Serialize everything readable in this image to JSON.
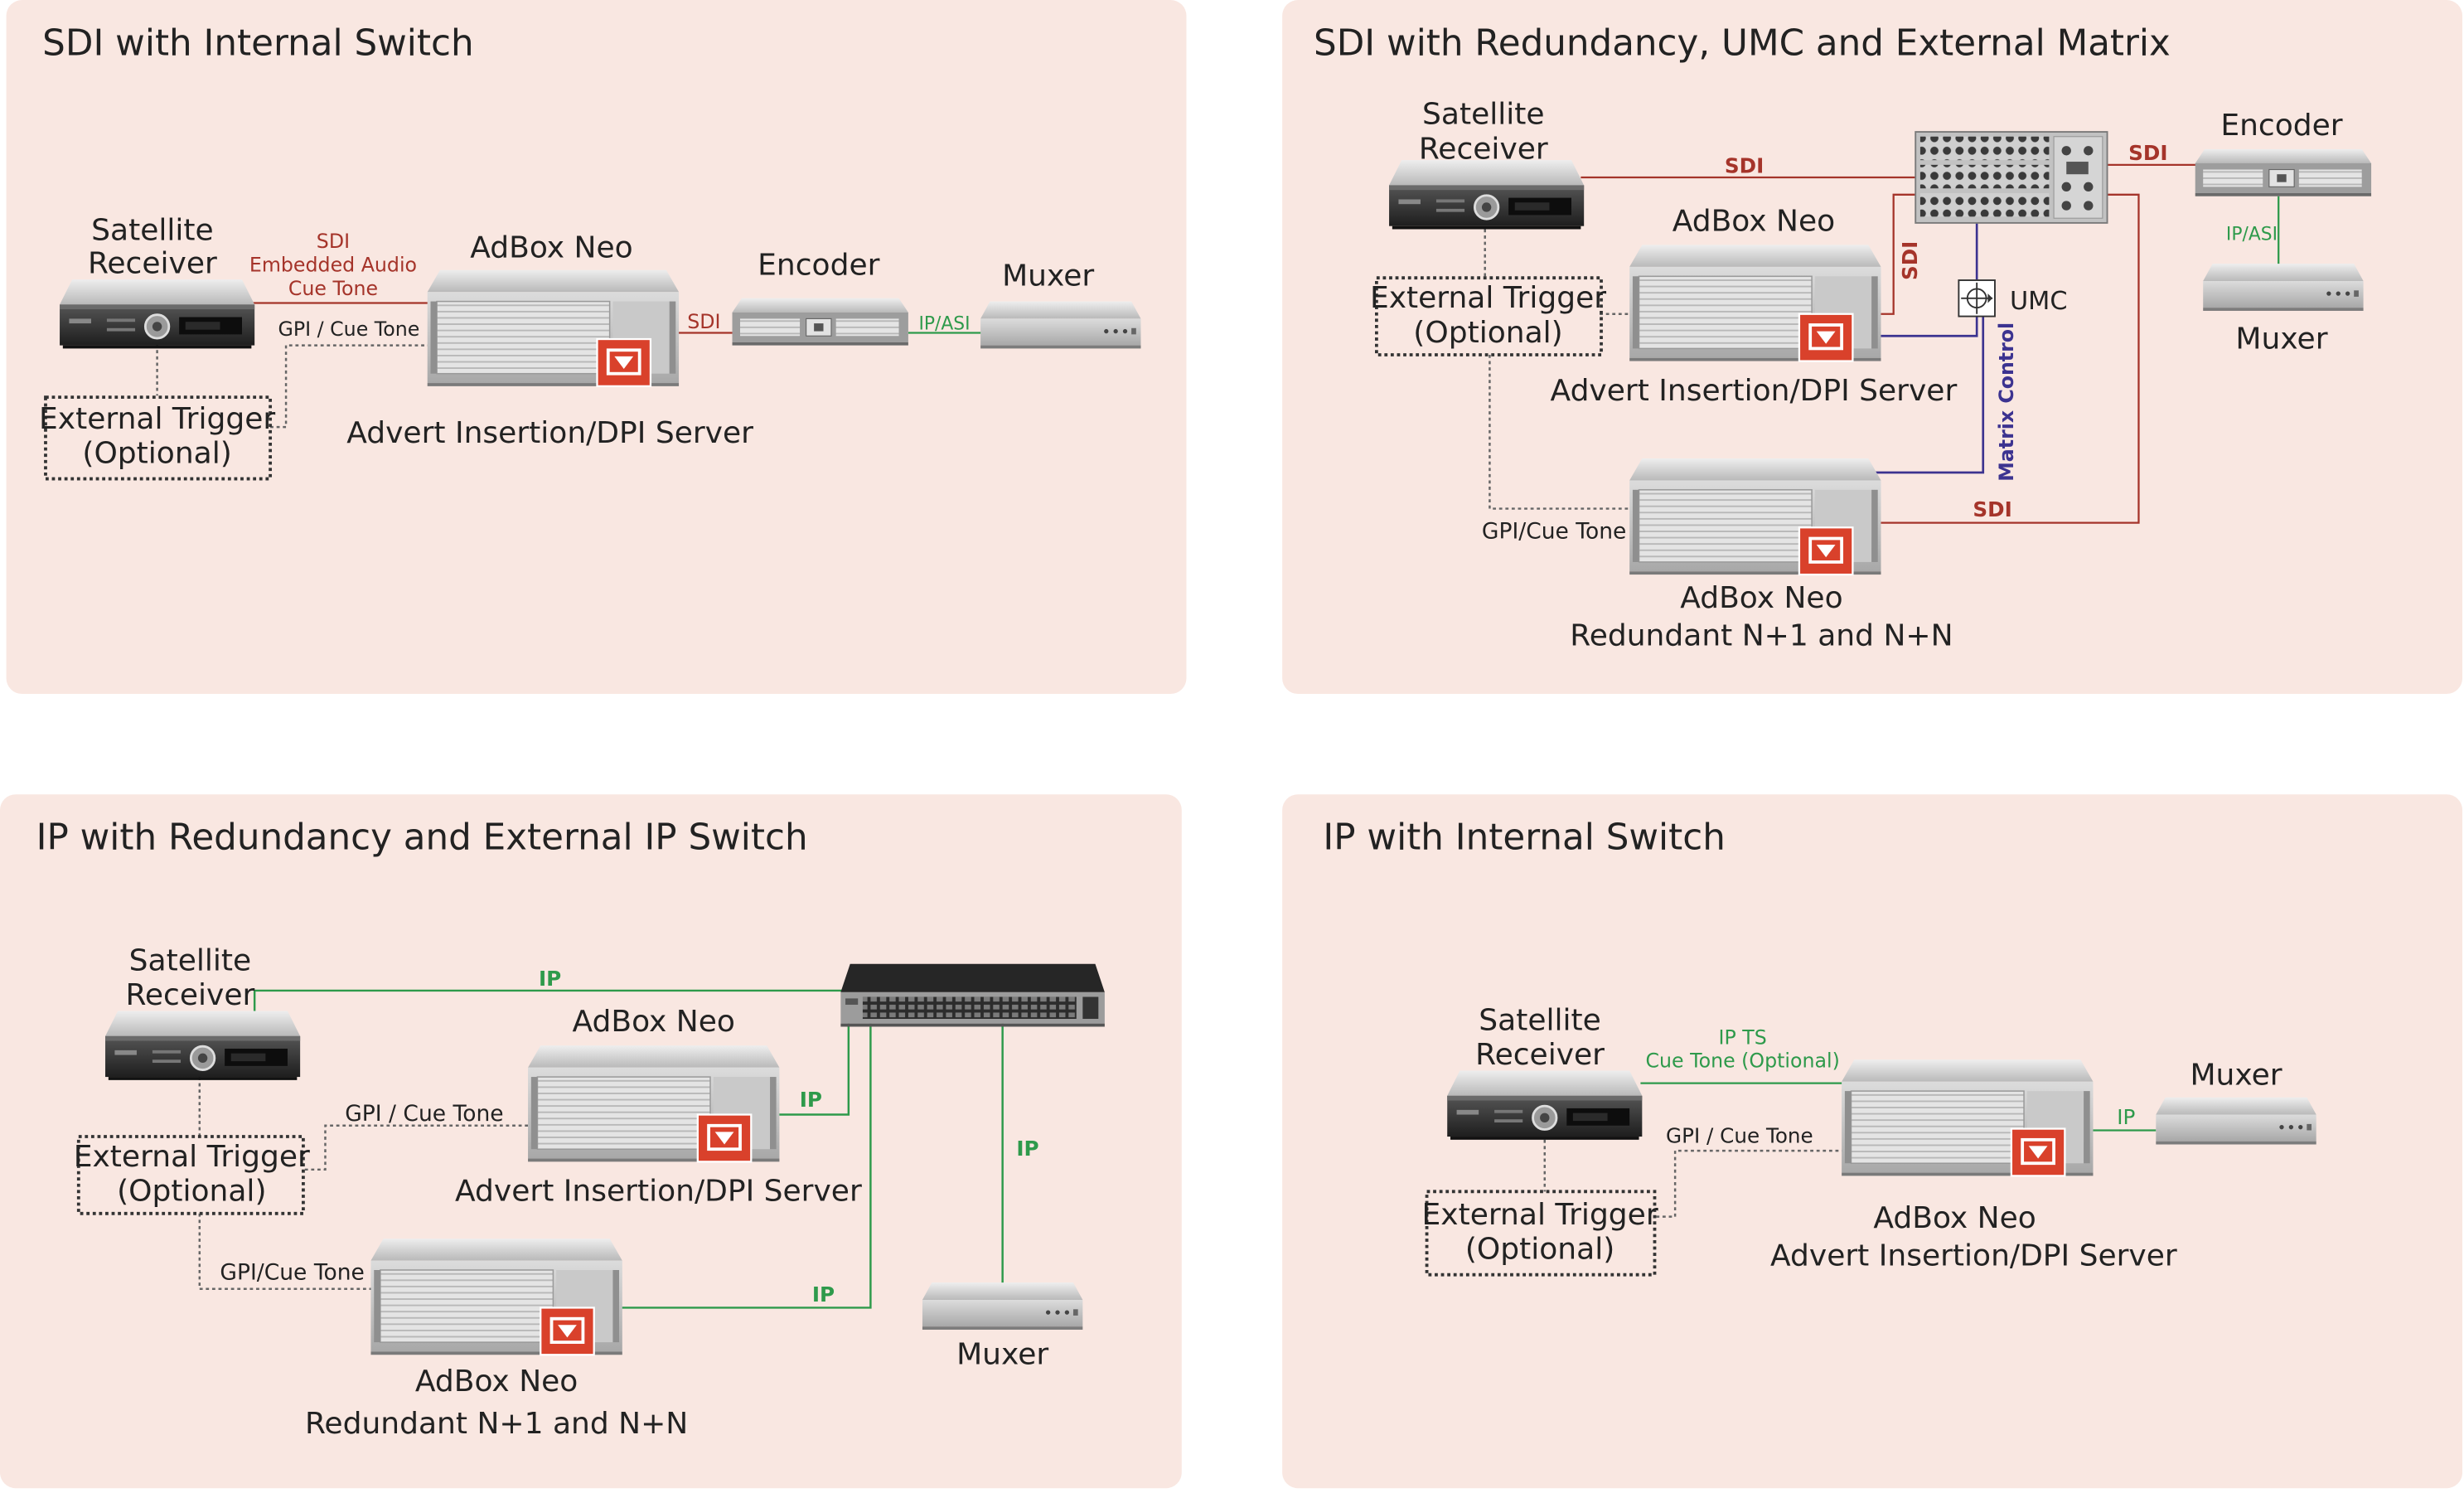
{
  "colors": {
    "panel": "#F9E7E1",
    "sdi": "#A5342A",
    "ip": "#2E9A4B",
    "matrix": "#3C3390",
    "gpi": "#666666",
    "text": "#222222",
    "logo": "#D9412B"
  },
  "panels": [
    {
      "title": "SDI with Internal Switch",
      "labels": {
        "satellite_1": "Satellite",
        "satellite_2": "Receiver",
        "sdi_top": "SDI",
        "embedded_audio": "Embedded Audio",
        "cue_tone": "Cue Tone",
        "gpi": "GPI / Cue Tone",
        "adbox": "AdBox Neo",
        "advert": "Advert Insertion/DPI Server",
        "sdi_out": "SDI",
        "encoder": "Encoder",
        "ipasi": "IP/ASI",
        "muxer": "Muxer",
        "trigger_1": "External Trigger",
        "trigger_2": "(Optional)"
      }
    },
    {
      "title": "SDI with Redundancy, UMC and External Matrix",
      "labels": {
        "satellite_1": "Satellite",
        "satellite_2": "Receiver",
        "sdi_in": "SDI",
        "sdi_enc": "SDI",
        "sdi_vert": "SDI",
        "sdi_red": "SDI",
        "encoder": "Encoder",
        "ipasi": "IP/ASI",
        "muxer": "Muxer",
        "adbox": "AdBox Neo",
        "advert": "Advert Insertion/DPI Server",
        "umc": "UMC",
        "matrix_control": "Matrix Control",
        "trigger_1": "External Trigger",
        "trigger_2": "(Optional)",
        "gpi": "GPI/Cue Tone",
        "adbox_red": "AdBox Neo",
        "redundant": "Redundant N+1 and N+N"
      }
    },
    {
      "title": "IP with Redundancy and External IP Switch",
      "labels": {
        "satellite_1": "Satellite",
        "satellite_2": "Receiver",
        "ip_top": "IP",
        "adbox": "AdBox Neo",
        "ip_main": "IP",
        "advert": "Advert Insertion/DPI Server",
        "gpi": "GPI / Cue Tone",
        "trigger_1": "External Trigger",
        "trigger_2": "(Optional)",
        "gpi_red": "GPI/Cue Tone",
        "ip_red": "IP",
        "ip_mux": "IP",
        "muxer": "Muxer",
        "adbox_red": "AdBox Neo",
        "redundant": "Redundant N+1 and N+N"
      }
    },
    {
      "title": "IP with Internal Switch",
      "labels": {
        "satellite_1": "Satellite",
        "satellite_2": "Receiver",
        "ipts": "IP TS",
        "cue_opt": "Cue Tone (Optional)",
        "gpi": "GPI / Cue Tone",
        "ip": "IP",
        "muxer": "Muxer",
        "adbox": "AdBox Neo",
        "advert": "Advert Insertion/DPI Server",
        "trigger_1": "External Trigger",
        "trigger_2": "(Optional)"
      }
    }
  ]
}
